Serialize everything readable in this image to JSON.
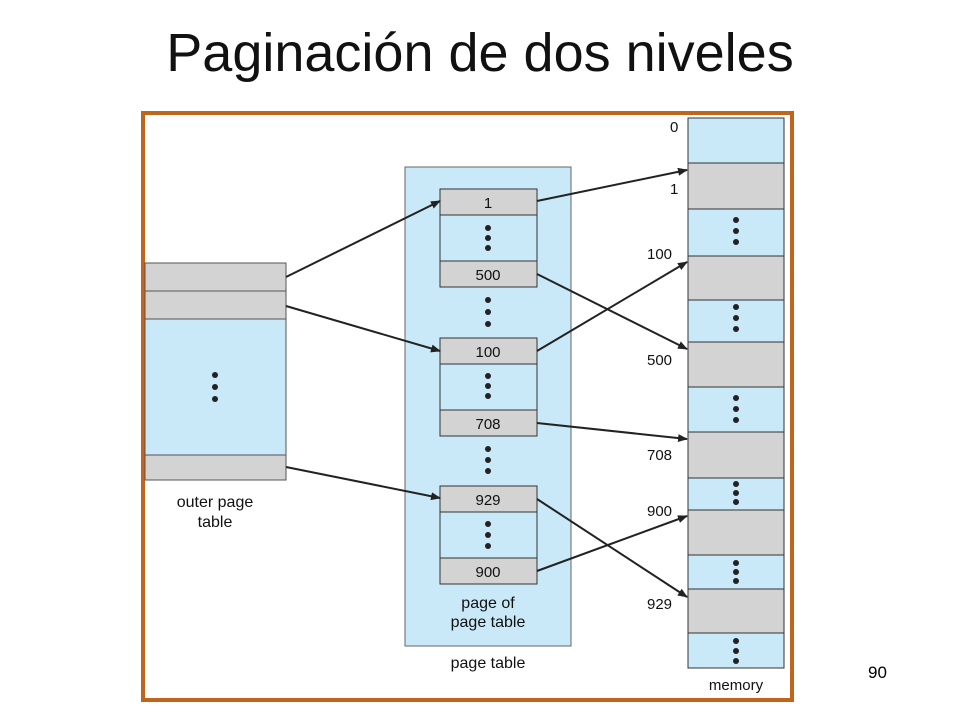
{
  "slide": {
    "title": "Paginación de dos niveles",
    "number": "90"
  },
  "diagram": {
    "outer_table": {
      "label_line1": "outer page",
      "label_line2": "table"
    },
    "page_table": {
      "label": "page table",
      "inner_label_line1": "page of",
      "inner_label_line2": "page table",
      "entries": [
        "1",
        "500",
        "100",
        "708",
        "929",
        "900"
      ]
    },
    "memory": {
      "label": "memory",
      "addresses": [
        "0",
        "1",
        "100",
        "500",
        "708",
        "900",
        "929"
      ]
    },
    "colors": {
      "frame": "#c0661c",
      "light_blue": "#c9e8f8",
      "gray": "#d3d3d3",
      "border": "#333333"
    }
  }
}
